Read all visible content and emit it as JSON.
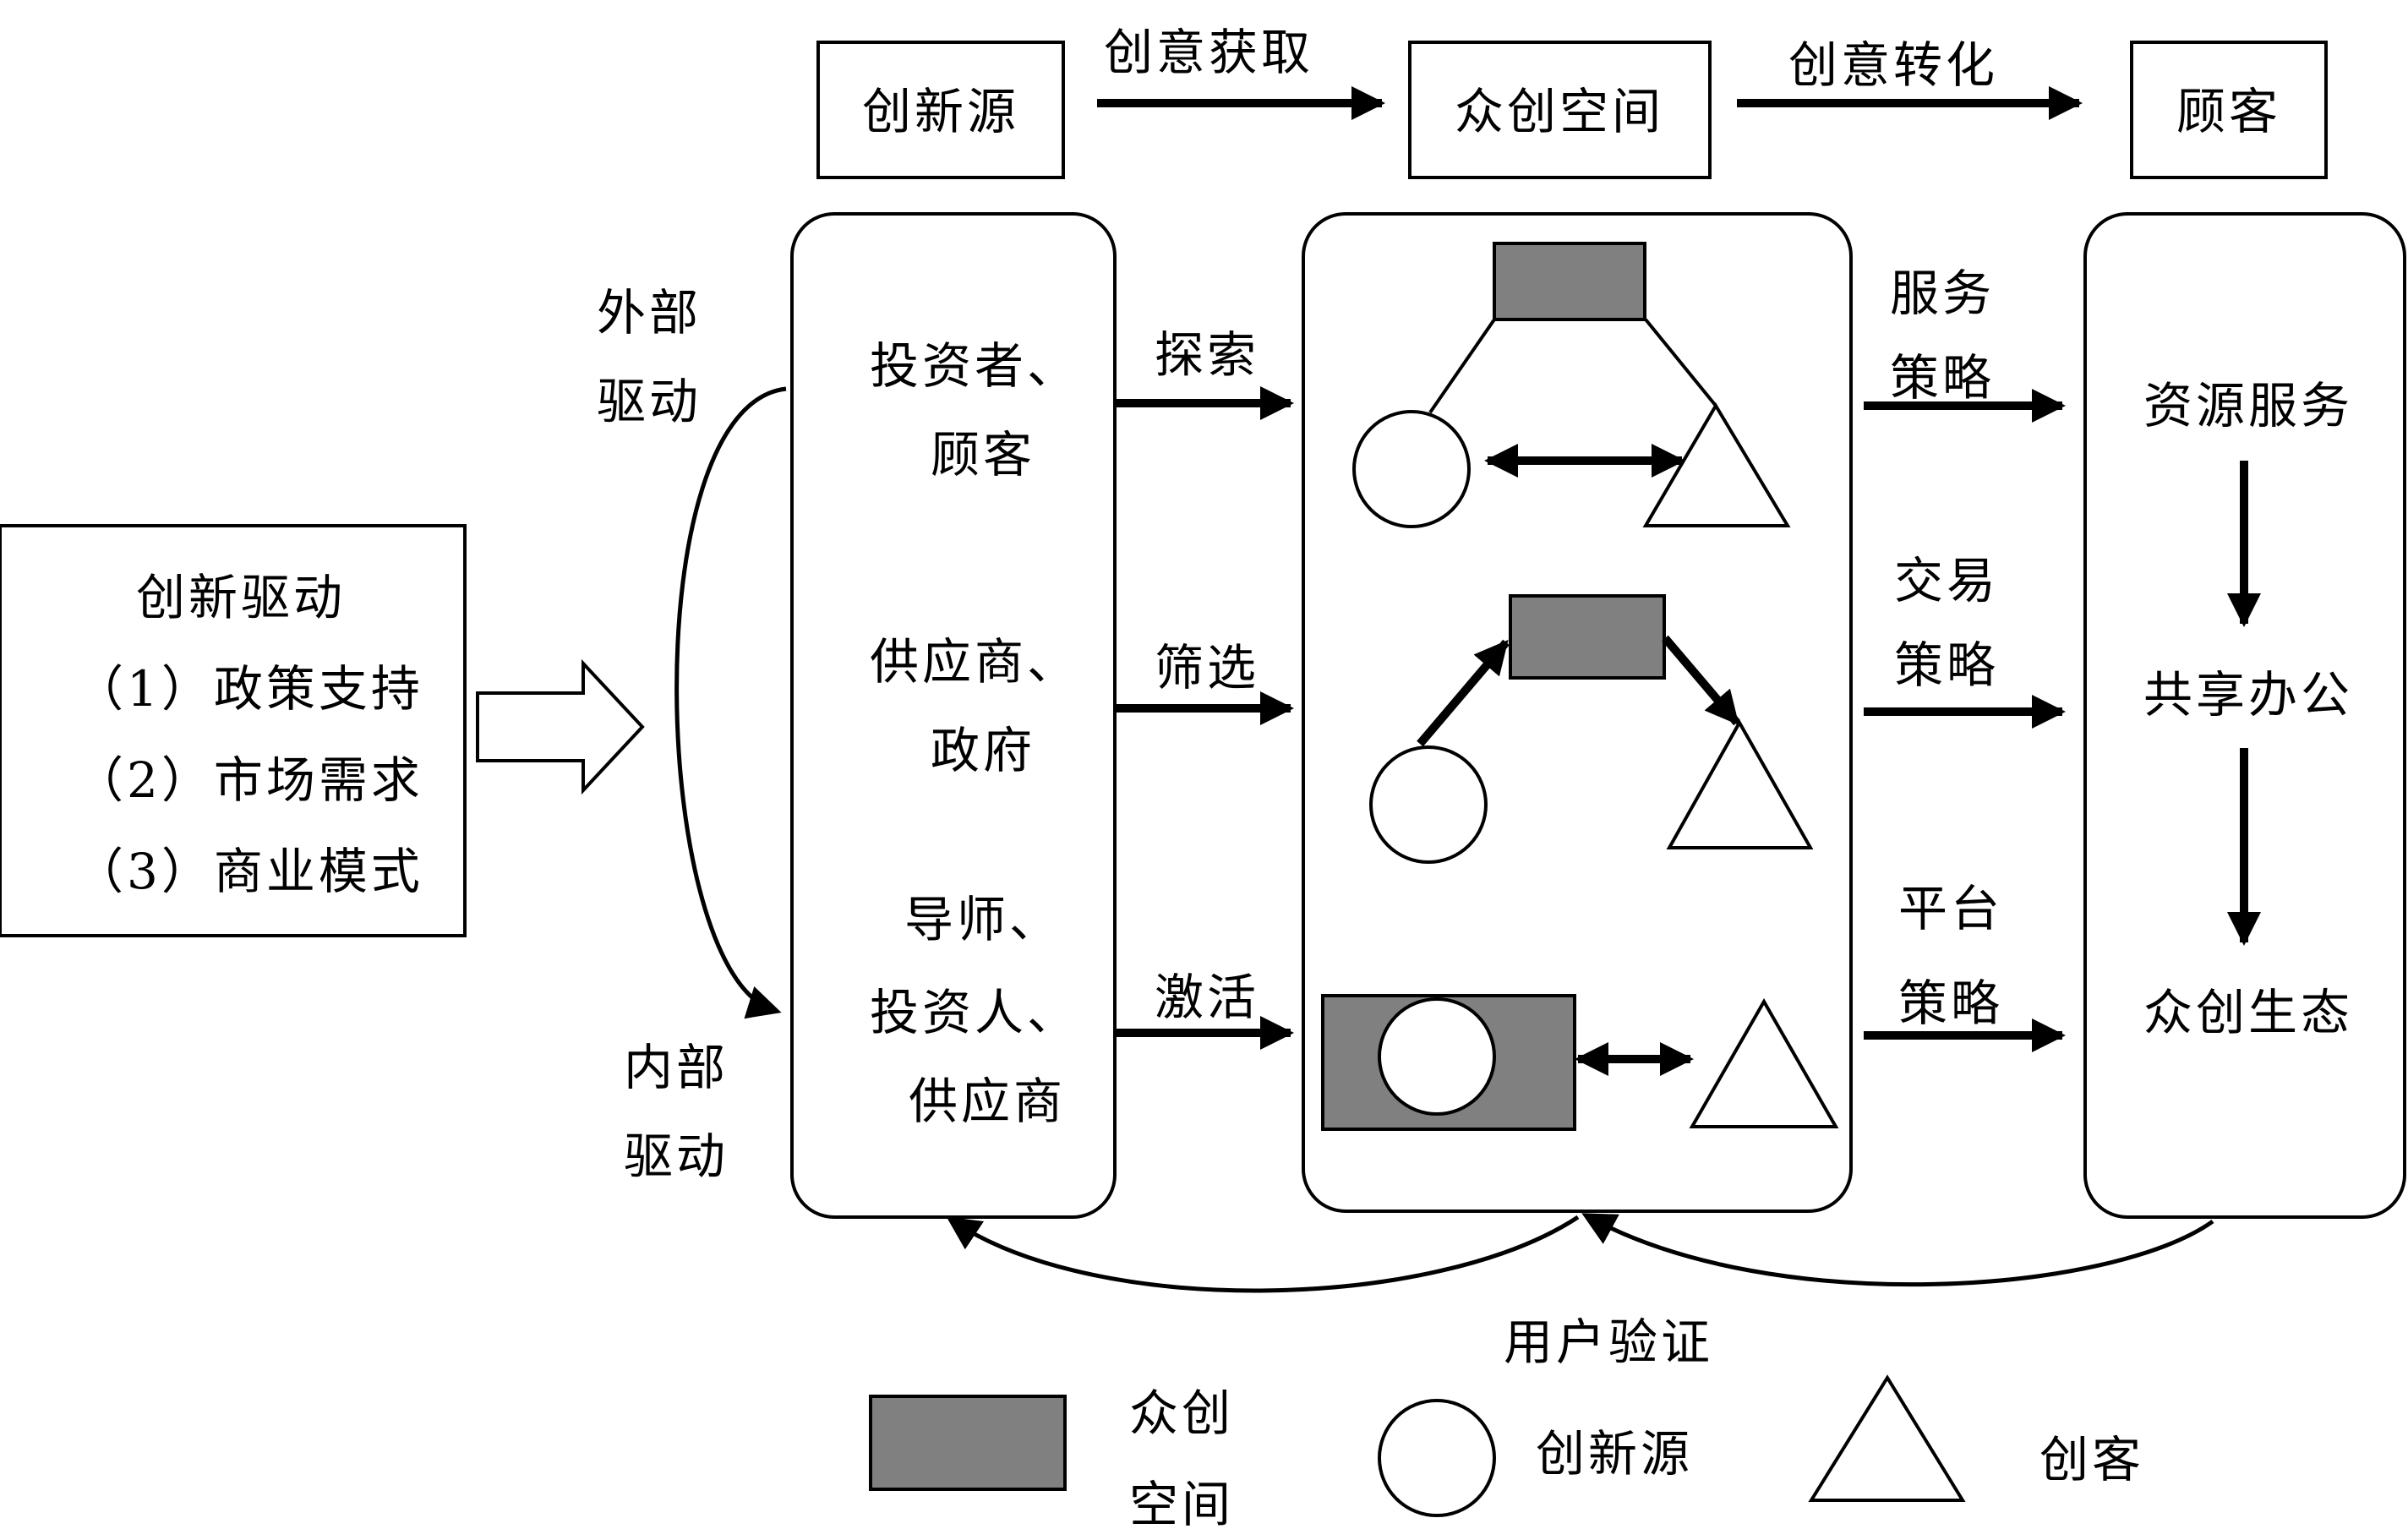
{
  "colors": {
    "stroke": "#000000",
    "gray_fill": "#808080",
    "background": "#ffffff"
  },
  "top_row": {
    "source": "创新源",
    "acquire": "创意获取",
    "space": "众创空间",
    "transform": "创意转化",
    "customer": "顾客"
  },
  "drive_box": {
    "title": "创新驱动",
    "items": [
      "（1）政策支持",
      "（2）市场需求",
      "（3）商业模式"
    ]
  },
  "drivers": {
    "external": [
      "外部",
      "驱动"
    ],
    "internal": [
      "内部",
      "驱动"
    ]
  },
  "actors": {
    "group1": [
      "投资者、",
      "顾客"
    ],
    "group2": [
      "供应商、",
      "政府"
    ],
    "group3": [
      "导师、",
      "投资人、",
      "供应商"
    ]
  },
  "actions": [
    "探索",
    "筛选",
    "激活"
  ],
  "strategies": {
    "s1": [
      "服务",
      "策略"
    ],
    "s2": [
      "交易",
      "策略"
    ],
    "s3": [
      "平台",
      "策略"
    ]
  },
  "customer_steps": [
    "资源服务",
    "共享办公",
    "众创生态"
  ],
  "feedback": "用户验证",
  "legend": {
    "space": [
      "众创",
      "空间"
    ],
    "source": "创新源",
    "maker": "创客"
  }
}
